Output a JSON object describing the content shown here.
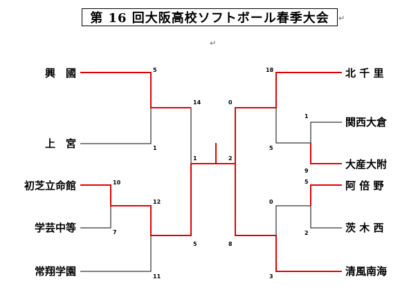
{
  "title": "第 16 回大阪高校ソフトボール春季大会",
  "marks": {
    "title_return": "↵",
    "para": "↵"
  },
  "colors": {
    "win": "#e00000",
    "line": "#000000"
  },
  "left_teams": [
    "興　國",
    "上　宮",
    "初芝立命館",
    "学芸中等",
    "常翔学園"
  ],
  "right_teams": [
    "北 千 里",
    "関西大倉",
    "大産大附",
    "阿 倍 野",
    "茨 木 西",
    "清風南海"
  ],
  "scores": {
    "kokoku_r1": "5",
    "uemiya_r1": "1",
    "hatsushiba_r1": "10",
    "gakugei_r1": "7",
    "left_sf_top": "14",
    "left_sf_hatsushiba": "12",
    "josho": "11",
    "left_final_bottom": "5",
    "final_left": "1",
    "final_right": "2",
    "kitasenri": "18",
    "right_sf_top": "0",
    "kansai_okura": "1",
    "daisan": "9",
    "right_qf_top": "5",
    "abeno": "5",
    "ibaraki": "2",
    "right_qf_abeno": "0",
    "seifu": "3",
    "right_sf_bottom": "8"
  }
}
